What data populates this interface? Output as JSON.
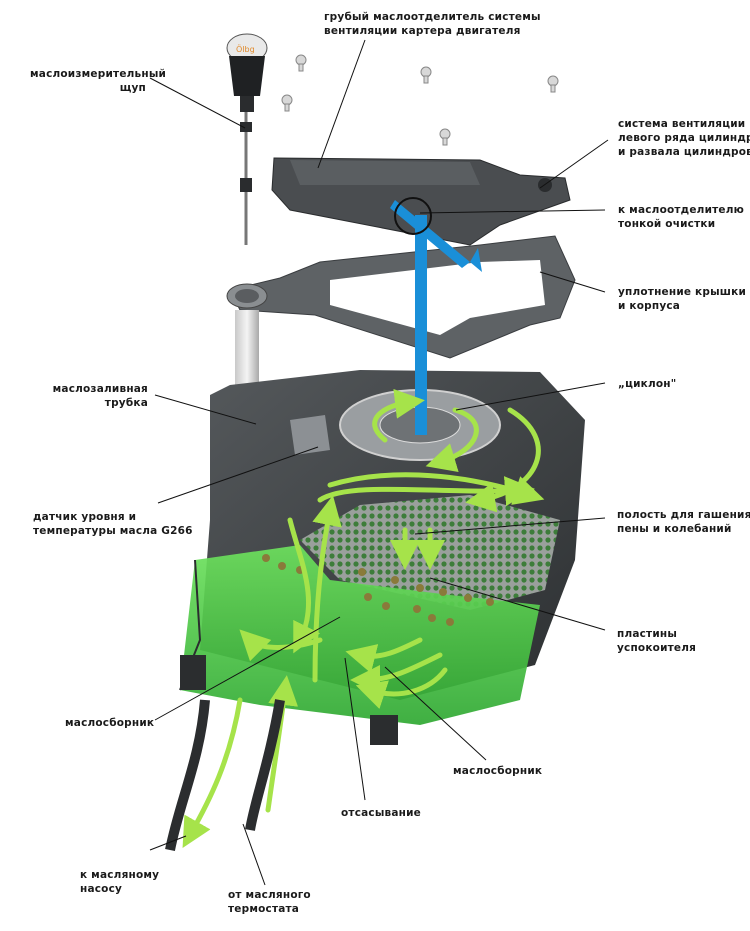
{
  "title_fragment": "· · · · ·",
  "labels": {
    "coarse_separator": [
      "грубый маслоотделитель системы",
      "вентиляции картера двигателя"
    ],
    "dipstick": [
      "маслоизмерительный",
      "щуп"
    ],
    "left_bank_ventilation": [
      "система вентиляции",
      "левого ряда цилиндров",
      "и развала цилиндров"
    ],
    "fine_separator": [
      "к маслоотделителю",
      "тонкой очистки"
    ],
    "cover_seal": [
      "уплотнение крышки",
      "и корпуса"
    ],
    "cyclone": [
      "„циклон\""
    ],
    "filler_tube": [
      "маслозаливная",
      "трубка"
    ],
    "level_sensor": [
      "датчик уровня и",
      "температуры масла G266"
    ],
    "foam_cavity": [
      "полость для гашения",
      "пены и колебаний"
    ],
    "baffle_plates": [
      "пластины",
      "успокоителя"
    ],
    "sump_left": [
      "маслосборник"
    ],
    "sump_right": [
      "маслосборник"
    ],
    "suction": [
      "отсасывание"
    ],
    "to_pump": [
      "к масляному",
      "насосу"
    ],
    "from_thermostat": [
      "от масляного",
      "термостата"
    ]
  },
  "colors": {
    "housing": "#3a3d40",
    "housing_light": "#6c7074",
    "cover": "#4a4d50",
    "oil_green": "#4fd14a",
    "arrow_green": "#a6e34a",
    "blue_flow": "#1a8fd8",
    "dipstick_cap": "#e9e9e9",
    "dipstick_logo": "#e08a2c"
  }
}
